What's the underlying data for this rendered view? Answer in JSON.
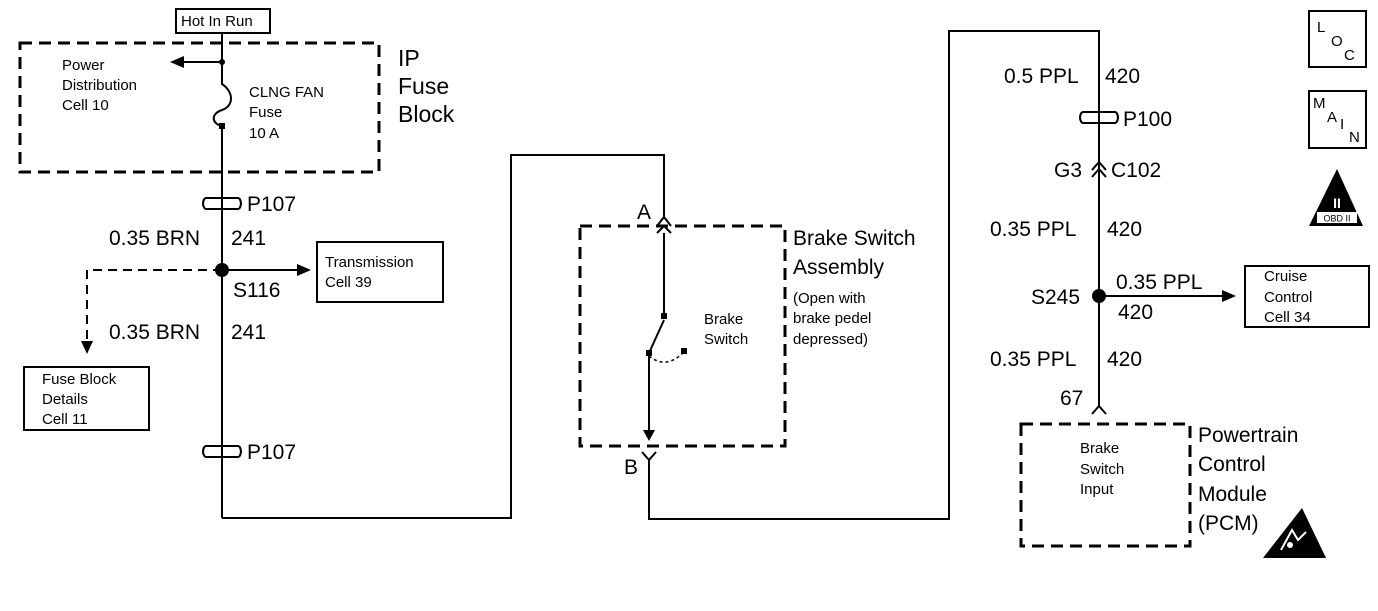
{
  "hot_in_run": "Hot In Run",
  "ip_fuse_block": {
    "line1": "IP",
    "line2": "Fuse",
    "line3": "Block",
    "power_distribution": [
      "Power",
      "Distribution",
      "Cell 10"
    ],
    "fuse": [
      "CLNG FAN",
      "Fuse",
      "10 A"
    ]
  },
  "connectors": {
    "p107_top": "P107",
    "p107_bottom": "P107",
    "p100": "P100",
    "g3": "G3",
    "c102": "C102"
  },
  "wires": {
    "brn_upper_size": "0.35 BRN",
    "brn_upper_circuit": "241",
    "brn_lower_size": "0.35 BRN",
    "brn_lower_circuit": "241",
    "ppl_top_size": "0.5 PPL",
    "ppl_top_circuit": "420",
    "ppl_mid_size": "0.35 PPL",
    "ppl_mid_circuit": "420",
    "ppl_branch_size": "0.35 PPL",
    "ppl_branch_circuit": "420",
    "ppl_low_size": "0.35 PPL",
    "ppl_low_circuit": "420"
  },
  "splices": {
    "s116": "S116",
    "s245": "S245"
  },
  "transmission_box": [
    "Transmission",
    "Cell 39"
  ],
  "fuse_block_details_box": [
    "Fuse Block",
    "Details",
    "Cell 11"
  ],
  "cruise_control_box": [
    "Cruise",
    "Control",
    "Cell 34"
  ],
  "brake_switch_assembly": {
    "title_line1": "Brake Switch",
    "title_line2": "Assembly",
    "note": [
      "(Open with",
      "brake pedel",
      "depressed)"
    ],
    "switch_label": [
      "Brake",
      "Switch"
    ],
    "pin_a": "A",
    "pin_b": "B"
  },
  "pcm": {
    "title": [
      "Powertrain",
      "Control",
      "Module",
      "(PCM)"
    ],
    "input_label": [
      "Brake",
      "Switch",
      "Input"
    ],
    "pin": "67"
  },
  "symbols": {
    "loc": [
      "L",
      "O",
      "C"
    ],
    "main": [
      "M",
      "A",
      "I",
      "N"
    ],
    "obd_numeral": "II",
    "obd_text": "OBD II"
  }
}
